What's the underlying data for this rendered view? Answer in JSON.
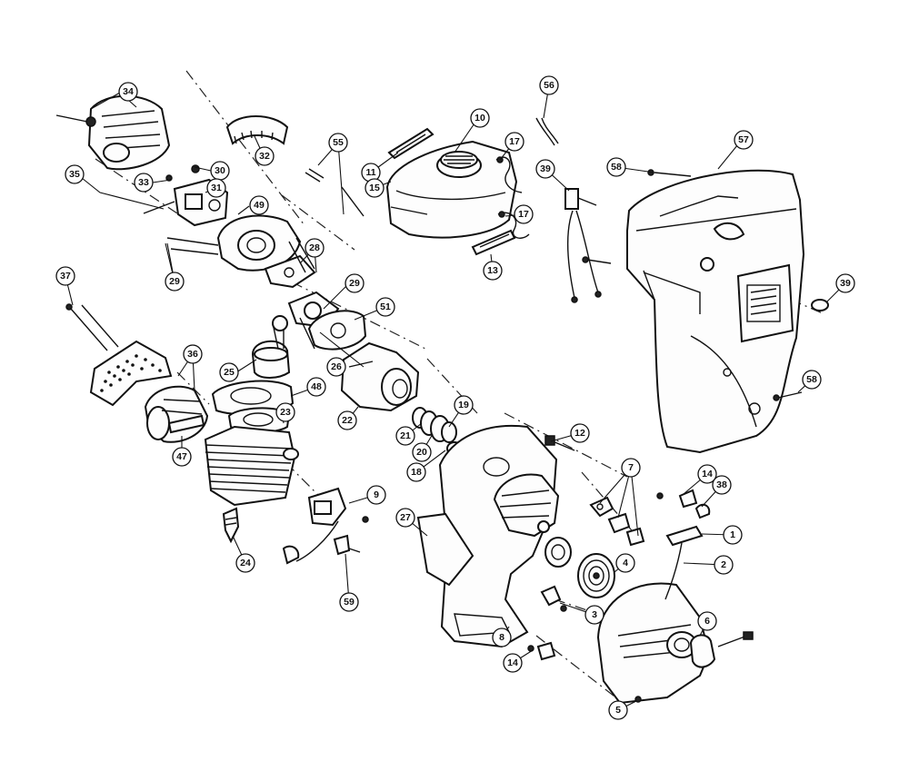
{
  "callouts": {
    "c34": "34",
    "c32": "32",
    "c35": "35",
    "c33": "33",
    "c30": "30",
    "c31": "31",
    "c49": "49",
    "c29a": "29",
    "c28": "28",
    "c55": "55",
    "c10": "10",
    "c17a": "17",
    "c11": "11",
    "c15": "15",
    "c17b": "17",
    "c13": "13",
    "c56": "56",
    "c57": "57",
    "c58a": "58",
    "c39a": "39",
    "c39b": "39",
    "c58b": "58",
    "c37": "37",
    "c36a": "36",
    "c29b": "29",
    "c51": "51",
    "c25": "25",
    "c26": "26",
    "c48": "48",
    "c23": "23",
    "c22": "22",
    "c19": "19",
    "c21": "21",
    "c20": "20",
    "c18": "18",
    "c47": "47",
    "c12": "12",
    "c9": "9",
    "c24": "24",
    "c59": "59",
    "c27": "27",
    "c7": "7",
    "c14a": "14",
    "c38": "38",
    "c1": "1",
    "c2": "2",
    "c4": "4",
    "c3": "3",
    "c8": "8",
    "c14b": "14",
    "c6": "6",
    "c5": "5"
  }
}
